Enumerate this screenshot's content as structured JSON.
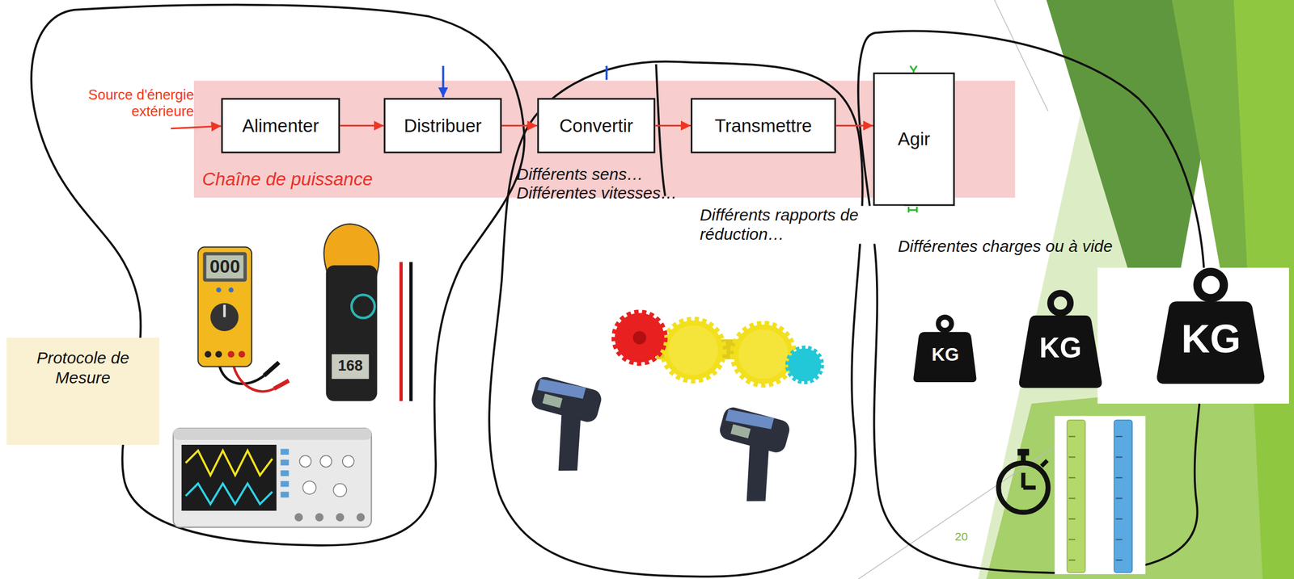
{
  "diagram": {
    "nodes": [
      {
        "text": [
          "Chaîne de puissance"
        ]
      },
      {
        "text": [
          "Alimenter"
        ],
        "in": 0
      },
      {
        "text": [
          "Distribuer"
        ],
        "in": 0
      },
      {
        "text": [
          "Convertir"
        ],
        "in": 0
      },
      {
        "text": [
          "Transmettre"
        ],
        "in": 0
      },
      {
        "text": [
          "Agir"
        ],
        "in": 0
      },
      {
        "text": [
          "Protocole de Mesure"
        ]
      }
    ],
    "edges": [
      {
        "from": 1,
        "to": 2,
        "arrow": "to"
      },
      {
        "from": 2,
        "to": 3,
        "arrow": "to"
      },
      {
        "from": 3,
        "to": 4,
        "arrow": "to"
      },
      {
        "from": 4,
        "to": 5,
        "arrow": "to"
      }
    ],
    "labels": [
      "Source d'énergie extérieure",
      "Différents sens… Différentes vitesses…",
      "Différents rapports de réduction…",
      "Différentes charges ou à vide",
      "000",
      "168",
      "KG",
      "KG",
      "KG",
      "20"
    ]
  }
}
